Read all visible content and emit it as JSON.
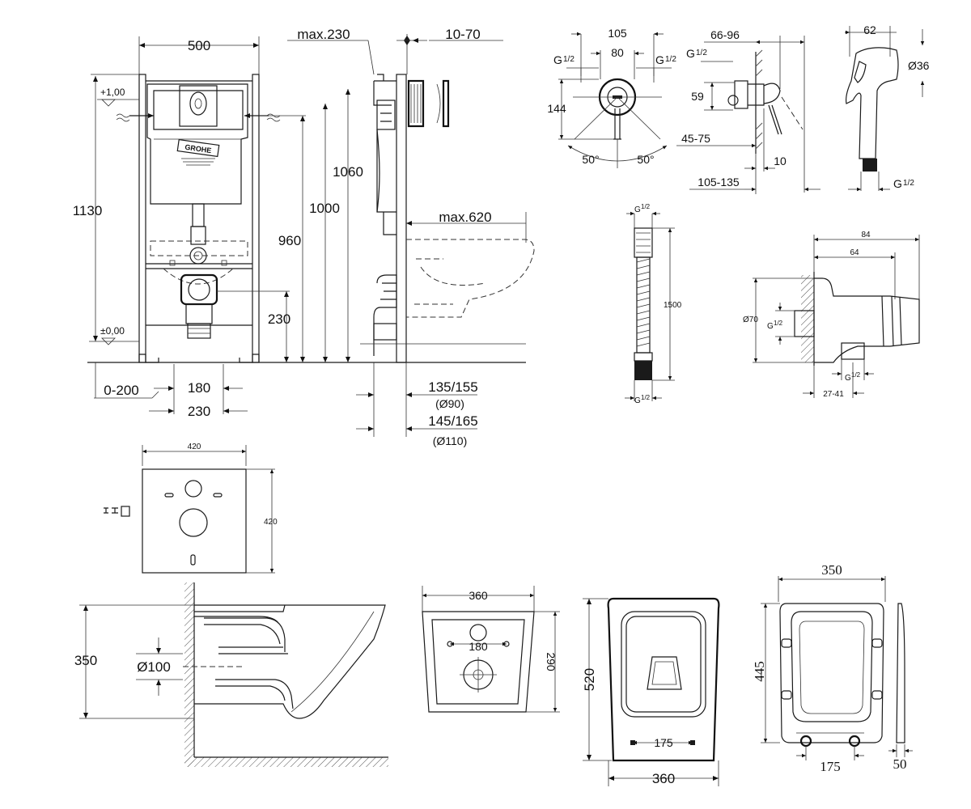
{
  "frame": {
    "width_500": "500",
    "max_230": "max.230",
    "range_10_70": "10-70",
    "height_1130": "1130",
    "plus_100": "+1,00",
    "zero_000": "±0,00",
    "height_1060": "1060",
    "height_1000": "1000",
    "height_960": "960",
    "height_230": "230",
    "max_620": "max.620",
    "range_0_200": "0-200",
    "dim_180": "180",
    "dim_230": "230",
    "pipe_135_155": "135/155",
    "pipe_d90": "(Ø90)",
    "pipe_145_165": "145/165",
    "pipe_d110": "(Ø110)",
    "logo": "GROHE"
  },
  "mixer": {
    "dim_105": "105",
    "dim_80": "80",
    "g_left": "G",
    "g_right": "G",
    "g_frac": "1/2",
    "dim_144": "144",
    "angle_left": "50°",
    "angle_right": "50°",
    "dim_66_96": "66-96",
    "dim_59": "59",
    "dim_45_75": "45-75",
    "dim_10": "10",
    "dim_105_135": "105-135"
  },
  "shower_head": {
    "dim_62": "62",
    "dim_d36": "Ø36",
    "g_label": "G",
    "g_frac": "1/2"
  },
  "hose": {
    "g_top": "G",
    "g_bottom": "G",
    "g_frac": "1/2",
    "length": "1500"
  },
  "outlet": {
    "dim_84": "84",
    "dim_64": "64",
    "dim_d70": "Ø70",
    "g_side": "G",
    "g_bottom": "G",
    "g_frac": "1/2",
    "dim_27_41": "27-41"
  },
  "plate": {
    "width": "420",
    "height": "420"
  },
  "bowl_side": {
    "height_350": "350",
    "pipe_d100": "Ø100"
  },
  "bowl_back": {
    "width_360": "360",
    "center_180": "180",
    "height_290": "290"
  },
  "bowl_top": {
    "length_520": "520",
    "inner_175": "175",
    "width_360": "360"
  },
  "seat": {
    "width_350": "350",
    "length_445": "445",
    "hinge_175": "175",
    "thickness_50": "50"
  }
}
